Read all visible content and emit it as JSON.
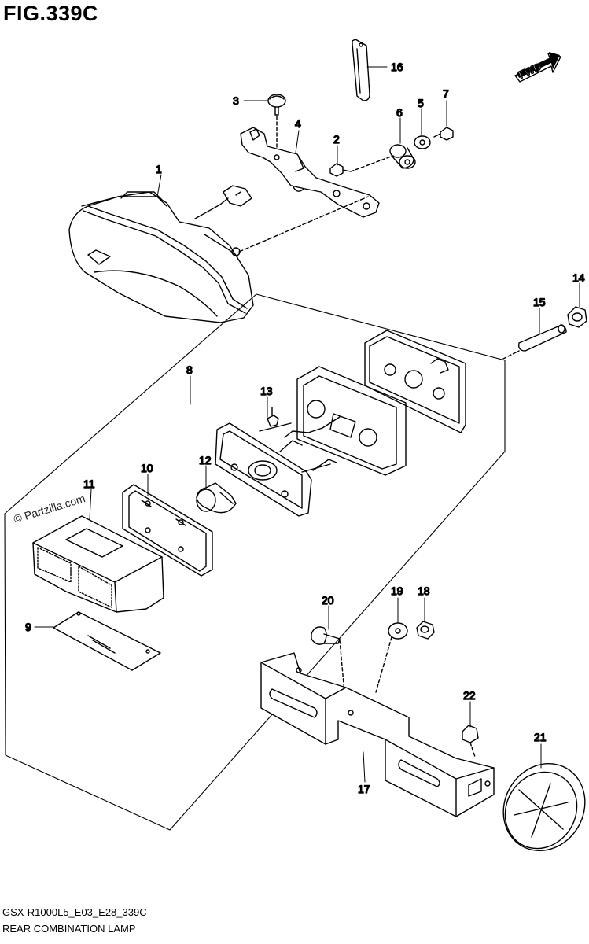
{
  "figure": {
    "title": "FIG.339C",
    "model_code": "GSX-R1000L5_E03_E28_339C",
    "name": "REAR COMBINATION LAMP",
    "watermark": "© Partzilla.com",
    "fwd_label": "FWD"
  },
  "callouts": [
    {
      "id": "1",
      "label": "1"
    },
    {
      "id": "2",
      "label": "2"
    },
    {
      "id": "3",
      "label": "3"
    },
    {
      "id": "4",
      "label": "4"
    },
    {
      "id": "5",
      "label": "5"
    },
    {
      "id": "6",
      "label": "6"
    },
    {
      "id": "7",
      "label": "7"
    },
    {
      "id": "8",
      "label": "8"
    },
    {
      "id": "9",
      "label": "9"
    },
    {
      "id": "10",
      "label": "10"
    },
    {
      "id": "11",
      "label": "11"
    },
    {
      "id": "12",
      "label": "12"
    },
    {
      "id": "13",
      "label": "13"
    },
    {
      "id": "14",
      "label": "14"
    },
    {
      "id": "15",
      "label": "15"
    },
    {
      "id": "16",
      "label": "16"
    },
    {
      "id": "17",
      "label": "17"
    },
    {
      "id": "18",
      "label": "18"
    },
    {
      "id": "19",
      "label": "19"
    },
    {
      "id": "20",
      "label": "20"
    },
    {
      "id": "21",
      "label": "21"
    },
    {
      "id": "22",
      "label": "22"
    }
  ]
}
